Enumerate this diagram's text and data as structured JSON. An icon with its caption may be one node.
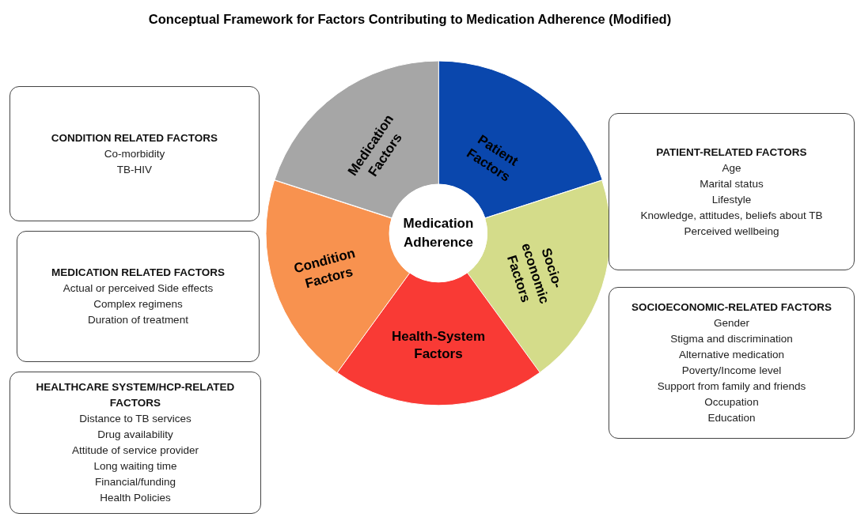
{
  "diagram": {
    "title": "Conceptual Framework for Factors Contributing to Medication Adherence (Modified)",
    "nodes": [
      {
        "text": [
          "Medication Adherence"
        ]
      },
      {
        "text": [
          "Patient Factors"
        ]
      },
      {
        "text": [
          "Socio-economic Factors"
        ]
      },
      {
        "text": [
          "Health-System Factors"
        ]
      },
      {
        "text": [
          "Condition Factors"
        ]
      },
      {
        "text": [
          "Medication Factors"
        ]
      },
      {
        "text": [
          "CONDITION RELATED FACTORS",
          "Co-morbidity",
          "TB-HIV"
        ]
      },
      {
        "text": [
          "MEDICATION RELATED FACTORS",
          "Actual or perceived Side effects",
          "Complex regimens",
          "Duration of treatment"
        ]
      },
      {
        "text": [
          "HEALTHCARE SYSTEM/HCP-RELATED FACTORS",
          "Distance to TB services",
          "Drug availability",
          "Attitude of service provider",
          "Long waiting time",
          "Financial/funding",
          "Health Policies"
        ]
      },
      {
        "text": [
          "PATIENT-RELATED FACTORS",
          "Age",
          "Marital status",
          "Lifestyle",
          "Knowledge, attitudes, beliefs about TB",
          "Perceived wellbeing"
        ]
      },
      {
        "text": [
          "SOCIOECONOMIC-RELATED FACTORS",
          "Gender",
          "Stigma and discrimination",
          "Alternative medication",
          "Poverty/Income level",
          "Support from family and friends",
          "Occupation",
          "Education"
        ]
      }
    ]
  }
}
